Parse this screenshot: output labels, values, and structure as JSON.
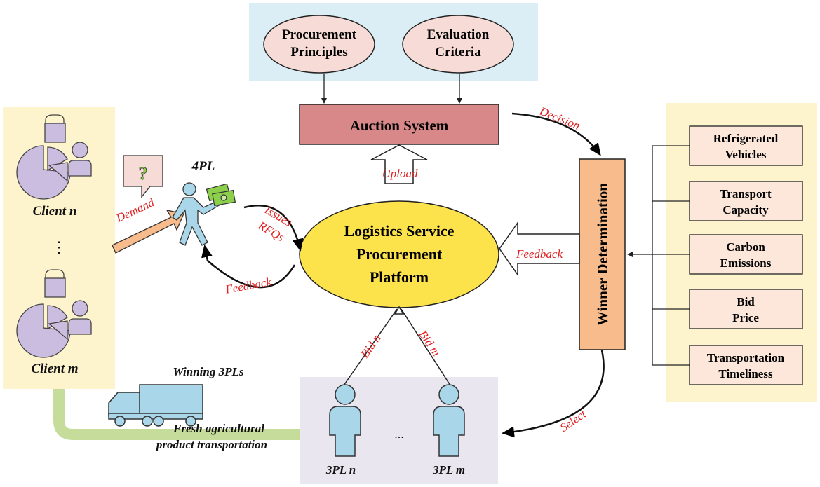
{
  "nodes": {
    "procurement_principles": [
      "Procurement",
      "Principles"
    ],
    "evaluation_criteria": [
      "Evaluation",
      "Criteria"
    ],
    "auction_system": "Auction System",
    "platform": [
      "Logistics Service",
      "Procurement",
      "Platform"
    ],
    "winner_determination": "Winner Determination",
    "fourpl": "4PL",
    "client_n": "Client n",
    "client_m": "Client m",
    "ellipsis_v": "⋮",
    "ellipsis_h": "...",
    "tpl_n": "3PL n",
    "tpl_m": "3PL m",
    "winning_3pls": "Winning 3PLs",
    "fresh_transport": [
      "Fresh agricultural",
      "product transportation"
    ],
    "question_mark": "?"
  },
  "criteria": [
    [
      "Refrigerated",
      "Vehicles"
    ],
    [
      "Transport",
      "Capacity"
    ],
    [
      "Carbon",
      "Emissions"
    ],
    [
      "Bid",
      "Price"
    ],
    [
      "Transportation",
      "Timeliness"
    ]
  ],
  "edge_labels": {
    "decision": "Decision",
    "upload": "Upload",
    "issues": "Issues",
    "rfqs": "RFQs",
    "feedback_left": "Feedback",
    "feedback_right": "Feedback",
    "demand": "Demand",
    "bid_n": "Bid n",
    "bid_m": "Bid m",
    "select": "Select"
  },
  "colors": {
    "top_panel": "#dbeef6",
    "side_panel": "#fdf3cd",
    "bottom_panel": "#e9e6ef",
    "ellipse_pink": "#f6dbd6",
    "auction_box": "#d9888a",
    "platform_yellow": "#fde34b",
    "winner_orange": "#f7bb8c",
    "criteria_box": "#fce7da",
    "client_purple": "#cbbde0",
    "person_blue": "#a9d6e8",
    "truck_blue": "#a9d6e8",
    "road_green": "#c6dc9a",
    "label_red": "#e02020"
  }
}
